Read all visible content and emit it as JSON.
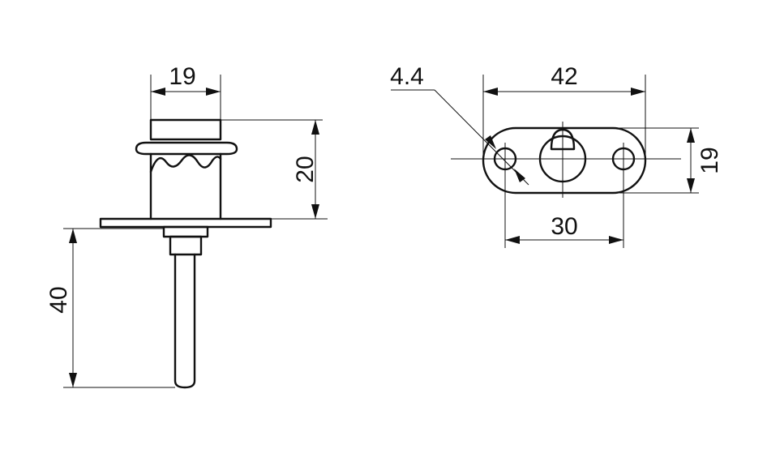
{
  "dimensions": {
    "width_top": "19",
    "height_body": "20",
    "length_pin": "40",
    "diameter_hole": "4.4",
    "length_plate": "42",
    "hole_spacing": "30",
    "height_plate": "19"
  }
}
